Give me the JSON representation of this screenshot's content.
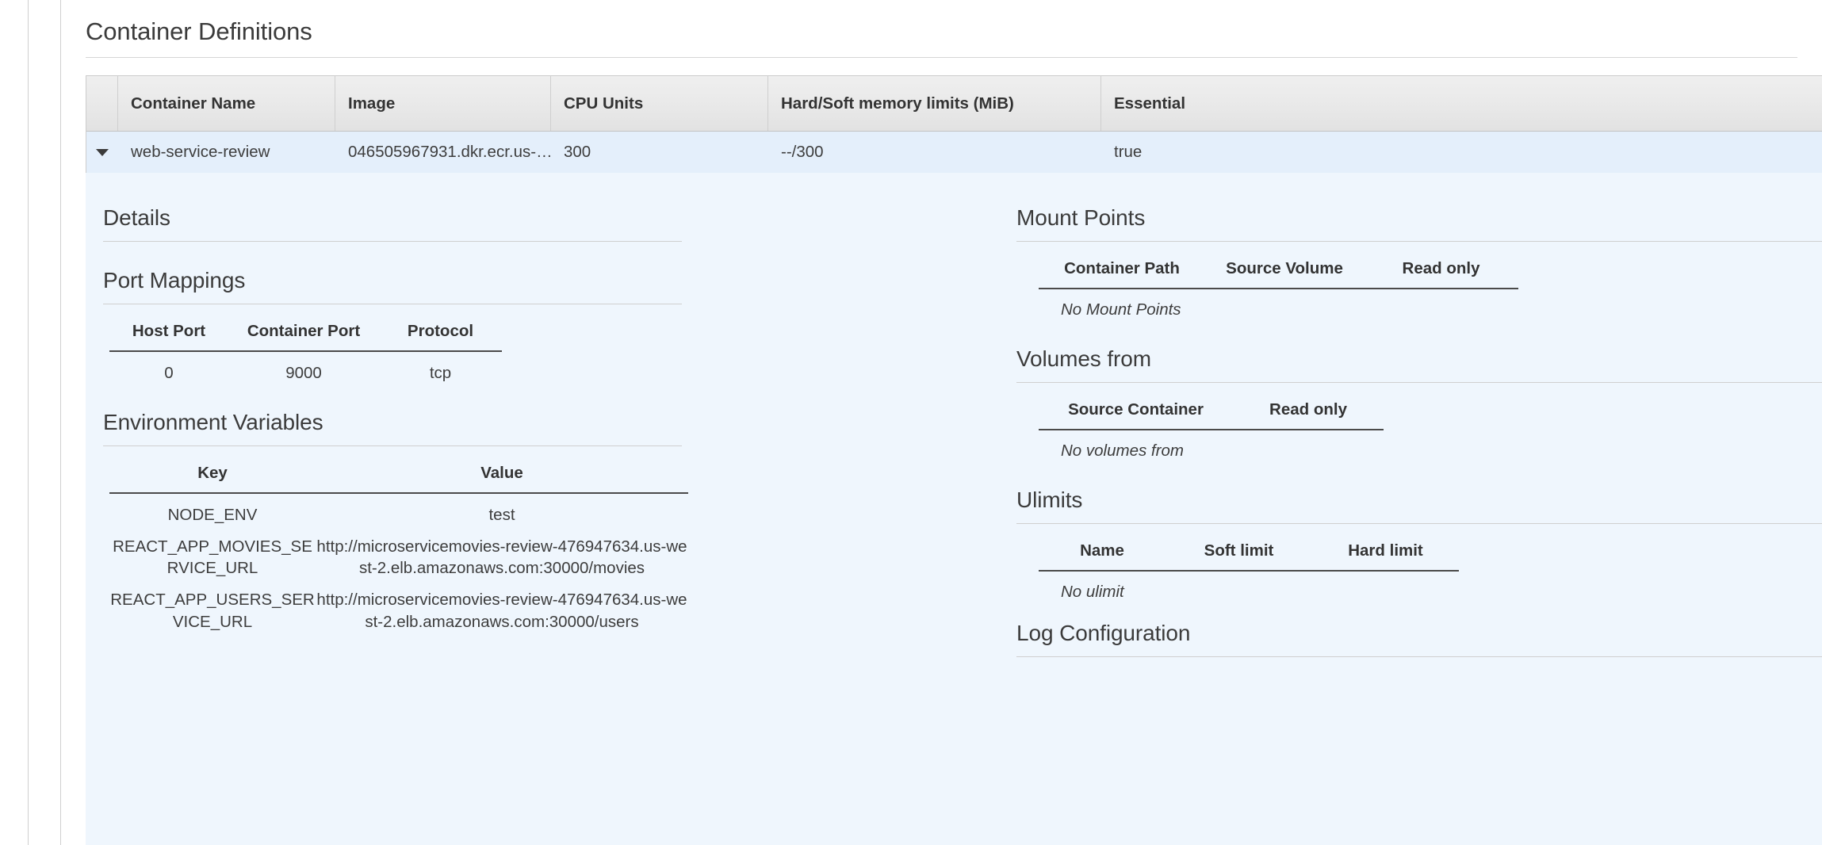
{
  "page": {
    "title": "Container Definitions"
  },
  "container_table": {
    "columns": [
      "",
      "Container Name",
      "Image",
      "CPU Units",
      "Hard/Soft memory limits (MiB)",
      "Essential"
    ],
    "rows": [
      {
        "expanded": true,
        "toggle_icon": "caret-down-icon",
        "container_name": "web-service-review",
        "image": "046505967931.dkr.ecr.us-…",
        "cpu_units": "300",
        "memory_limits": "--/300",
        "essential": "true"
      }
    ]
  },
  "detail": {
    "left": {
      "details_heading": "Details",
      "port_mappings": {
        "heading": "Port Mappings",
        "columns": [
          "Host Port",
          "Container Port",
          "Protocol"
        ],
        "rows": [
          {
            "host_port": "0",
            "container_port": "9000",
            "protocol": "tcp"
          }
        ]
      },
      "environment_variables": {
        "heading": "Environment Variables",
        "columns": [
          "Key",
          "Value"
        ],
        "rows": [
          {
            "key": "NODE_ENV",
            "value": "test"
          },
          {
            "key": "REACT_APP_MOVIES_SERVICE_URL",
            "value": "http://microservicemovies-review-476947634.us-west-2.elb.amazonaws.com:30000/movies"
          },
          {
            "key": "REACT_APP_USERS_SERVICE_URL",
            "value": "http://microservicemovies-review-476947634.us-west-2.elb.amazonaws.com:30000/users"
          }
        ]
      }
    },
    "right": {
      "mount_points": {
        "heading": "Mount Points",
        "columns": [
          "Container Path",
          "Source Volume",
          "Read only"
        ],
        "empty_message": "No Mount Points"
      },
      "volumes_from": {
        "heading": "Volumes from",
        "columns": [
          "Source Container",
          "Read only"
        ],
        "empty_message": "No volumes from"
      },
      "ulimits": {
        "heading": "Ulimits",
        "columns": [
          "Name",
          "Soft limit",
          "Hard limit"
        ],
        "empty_message": "No ulimit"
      },
      "log_configuration": {
        "heading": "Log Configuration"
      }
    }
  },
  "colors": {
    "selected_row": "#e4effb",
    "detail_panel": "#eff6fd",
    "header_gradient_top": "#efefef",
    "header_gradient_bottom": "#e2e2e2",
    "text": "#3b3b3b",
    "rule": "#cfcfcf"
  }
}
